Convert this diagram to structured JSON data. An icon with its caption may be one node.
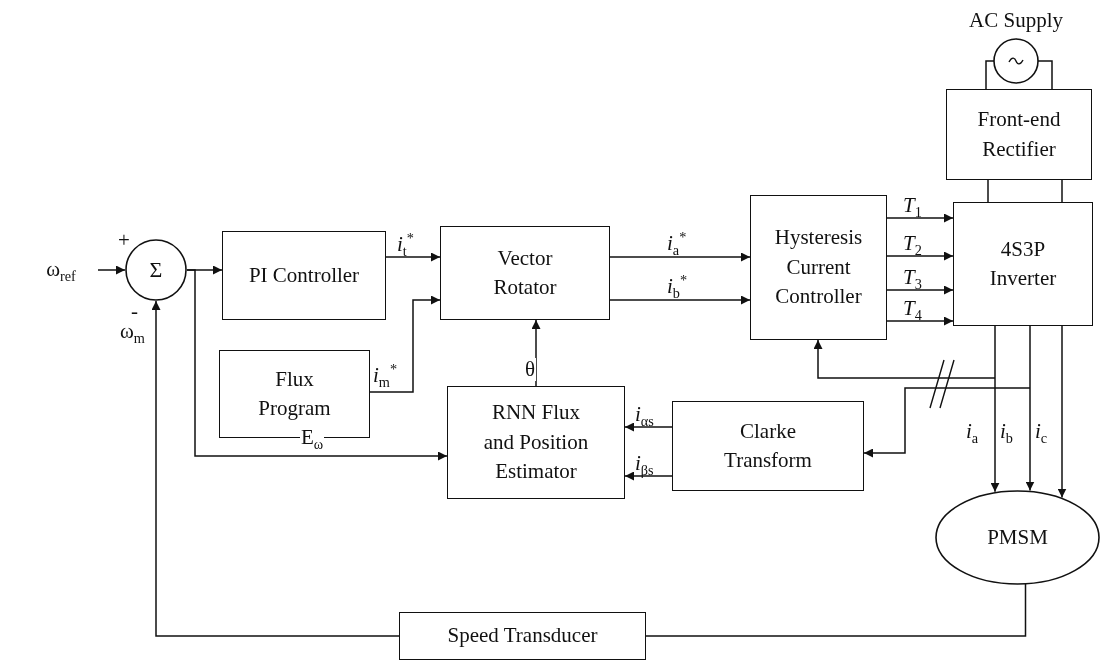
{
  "diagram": {
    "nodes": [
      {
        "text": [
          "ω$_{ref}$"
        ]
      },
      {
        "text": [
          "Σ"
        ]
      },
      {
        "text": [
          "PI Controller"
        ]
      },
      {
        "text": [
          "Flux Program"
        ]
      },
      {
        "text": [
          "Vector Rotator"
        ]
      },
      {
        "text": [
          "RNN Flux and Position Estimator"
        ]
      },
      {
        "text": [
          "Hysteresis Current Controller"
        ]
      },
      {
        "text": [
          "4S3P Inverter"
        ]
      },
      {
        "text": [
          "Front-end Rectifier"
        ]
      },
      {
        "text": [
          "AC Supply"
        ]
      },
      {
        "text": [
          "Clarke Transform"
        ]
      },
      {
        "text": [
          "PMSM"
        ]
      },
      {
        "text": [
          "Speed Transducer"
        ]
      }
    ],
    "edges": [
      {
        "from": 0,
        "to": 1,
        "arrow": "to"
      },
      {
        "from": 1,
        "to": 2,
        "arrow": "to"
      },
      {
        "from": 1,
        "to": 5,
        "arrow": "to",
        "label": "E$_{ω}$"
      },
      {
        "from": 2,
        "to": 4,
        "arrow": "to",
        "label": "*i*$_{t}$$^{*}$"
      },
      {
        "from": 3,
        "to": 4,
        "arrow": "to",
        "label": "*i*$_{m}$$^{*}$"
      },
      {
        "from": 5,
        "to": 4,
        "arrow": "to",
        "label": "θ"
      },
      {
        "from": 4,
        "to": 6,
        "arrow": "to",
        "label": "*i*$_{a}$$^{*}$"
      },
      {
        "from": 4,
        "to": 6,
        "arrow": "to",
        "label": "*i*$_{b}$$^{*}$"
      },
      {
        "from": 6,
        "to": 7,
        "arrow": "to",
        "label": "*T*$_{1}$"
      },
      {
        "from": 6,
        "to": 7,
        "arrow": "to",
        "label": "*T*$_{2}$"
      },
      {
        "from": 6,
        "to": 7,
        "arrow": "to",
        "label": "*T*$_{3}$"
      },
      {
        "from": 6,
        "to": 7,
        "arrow": "to",
        "label": "*T*$_{4}$"
      },
      {
        "from": 7,
        "to": 11,
        "arrow": "to",
        "label": "*i*$_{a}$"
      },
      {
        "from": 7,
        "to": 11,
        "arrow": "to",
        "label": "*i*$_{b}$"
      },
      {
        "from": 7,
        "to": 11,
        "arrow": "to",
        "label": "*i*$_{c}$"
      },
      {
        "from": 7,
        "to": 6,
        "arrow": "to"
      },
      {
        "from": 7,
        "to": 10,
        "arrow": "to"
      },
      {
        "from": 10,
        "to": 5,
        "arrow": "to",
        "label": "*i*$_{αs}$"
      },
      {
        "from": 10,
        "to": 5,
        "arrow": "to",
        "label": "*i*$_{βs}$"
      },
      {
        "from": 11,
        "to": 12,
        "arrow": "none"
      },
      {
        "from": 12,
        "to": 1,
        "arrow": "to"
      },
      {
        "from": 9,
        "to": 8,
        "arrow": "none"
      },
      {
        "from": 9,
        "to": 8,
        "arrow": "none"
      },
      {
        "from": 8,
        "to": 7,
        "arrow": "none"
      },
      {
        "from": 8,
        "to": 7,
        "arrow": "none"
      }
    ],
    "labels": [
      "+",
      "-",
      "ω$_{m}$"
    ]
  }
}
